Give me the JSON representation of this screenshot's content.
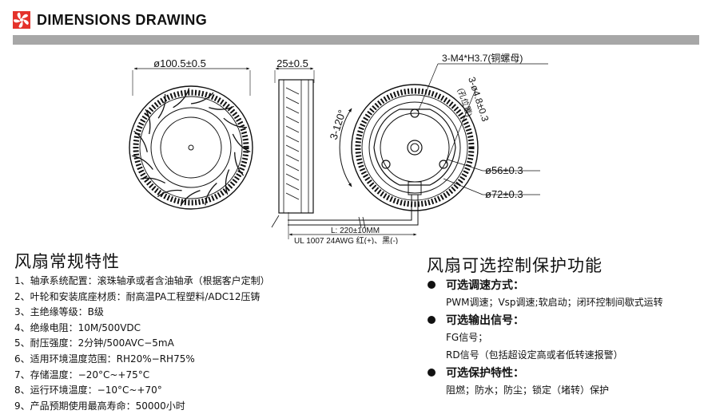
{
  "header": {
    "title": "DIMENSIONS DRAWING",
    "logo_icon": "fan-logo-icon",
    "accent_color": "#e4322b",
    "bar_color": "#a7a7a7"
  },
  "drawing": {
    "front_diameter": "ø100.5±0.5",
    "side_thickness": "25±0.5",
    "screw_spec": "3-M4*H3.7(铜螺母)",
    "hole_spec": "3-ø4.8±0.3",
    "hole_note": "(孔位置)",
    "angle": "3-120°",
    "inner_diameter": "ø56±0.3",
    "outer_diameter": "ø72±0.3",
    "lead_length": "L: 220±10MM",
    "lead_spec": "UL 1007 24AWG 红(+)、黑(-)"
  },
  "specs": {
    "title": "风扇常规特性",
    "items": [
      "1、轴承系统配置：滚珠轴承或者含油轴承（根据客户定制）",
      "2、叶轮和安装底座材质：耐高温PA工程塑料/ADC12压铸",
      "3、主绝缘等级：B级",
      "4、绝缘电阻：10M/500VDC",
      "5、耐压强度：2分钟/500AVC−5mA",
      "6、适用环境温度范围：RH20%−RH75%",
      "7、存储温度：−20°C~+75°C",
      "8、运行环境温度：−10°C~+70°",
      "9、产品预期使用最高寿命：50000小时"
    ]
  },
  "options": {
    "title": "风扇可选控制保护功能",
    "groups": [
      {
        "heading": "可选调速方式：",
        "lines": [
          "PWM调速；Vsp调速;软启动；闭环控制间歇式运转"
        ]
      },
      {
        "heading": "可选输出信号：",
        "lines": [
          "FG信号；",
          "RD信号（包括超设定高或者低转速报警）"
        ]
      },
      {
        "heading": "可选保护特性：",
        "lines": [
          "阻燃；防水；防尘；锁定（堵转）保护"
        ]
      }
    ]
  }
}
